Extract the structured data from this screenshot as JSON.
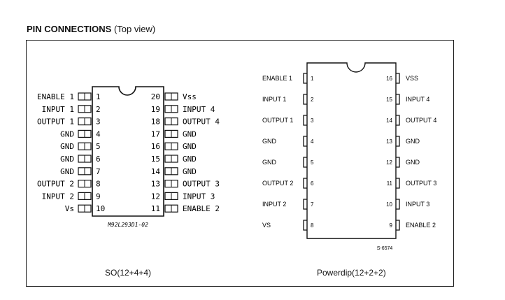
{
  "heading": {
    "bold": "PIN CONNECTIONS",
    "normal": " (Top view)"
  },
  "so_package": {
    "caption": "SO(12+4+4)",
    "part_code": "M92L293D1-02",
    "left_pins": [
      {
        "num": "1",
        "label": "ENABLE 1"
      },
      {
        "num": "2",
        "label": "INPUT 1"
      },
      {
        "num": "3",
        "label": "OUTPUT 1"
      },
      {
        "num": "4",
        "label": "GND"
      },
      {
        "num": "5",
        "label": "GND"
      },
      {
        "num": "6",
        "label": "GND"
      },
      {
        "num": "7",
        "label": "GND"
      },
      {
        "num": "8",
        "label": "OUTPUT 2"
      },
      {
        "num": "9",
        "label": "INPUT 2"
      },
      {
        "num": "10",
        "label": "Vs"
      }
    ],
    "right_pins": [
      {
        "num": "20",
        "label": "Vss"
      },
      {
        "num": "19",
        "label": "INPUT 4"
      },
      {
        "num": "18",
        "label": "OUTPUT 4"
      },
      {
        "num": "17",
        "label": "GND"
      },
      {
        "num": "16",
        "label": "GND"
      },
      {
        "num": "15",
        "label": "GND"
      },
      {
        "num": "14",
        "label": "GND"
      },
      {
        "num": "13",
        "label": "OUTPUT 3"
      },
      {
        "num": "12",
        "label": "INPUT 3"
      },
      {
        "num": "11",
        "label": "ENABLE 2"
      }
    ]
  },
  "dip_package": {
    "caption": "Powerdip(12+2+2)",
    "part_code": "S-6574",
    "left_pins": [
      {
        "num": "1",
        "label": "ENABLE 1"
      },
      {
        "num": "2",
        "label": "INPUT 1"
      },
      {
        "num": "3",
        "label": "OUTPUT 1"
      },
      {
        "num": "4",
        "label": "GND"
      },
      {
        "num": "5",
        "label": "GND"
      },
      {
        "num": "6",
        "label": "OUTPUT 2"
      },
      {
        "num": "7",
        "label": "INPUT 2"
      },
      {
        "num": "8",
        "label": "VS"
      }
    ],
    "right_pins": [
      {
        "num": "16",
        "label": "VSS"
      },
      {
        "num": "15",
        "label": "INPUT 4"
      },
      {
        "num": "14",
        "label": "OUTPUT 4"
      },
      {
        "num": "13",
        "label": "GND"
      },
      {
        "num": "12",
        "label": "GND"
      },
      {
        "num": "11",
        "label": "OUTPUT 3"
      },
      {
        "num": "10",
        "label": "INPUT 3"
      },
      {
        "num": "9",
        "label": "ENABLE 2"
      }
    ]
  }
}
